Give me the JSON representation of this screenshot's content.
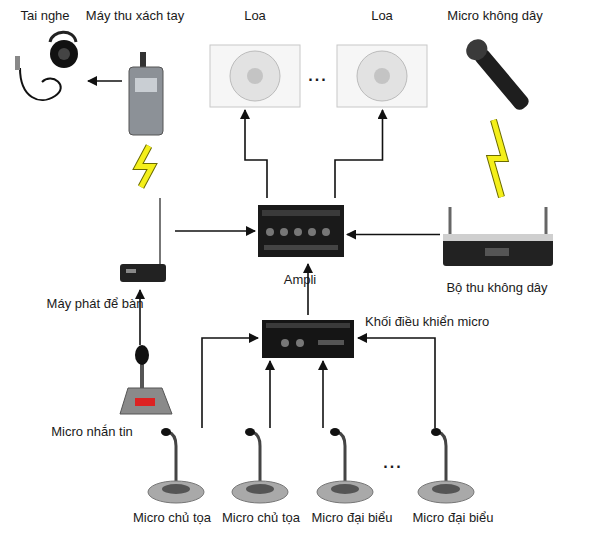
{
  "diagram": {
    "nodes": [
      {
        "text": [
          "Tai nghe"
        ]
      },
      {
        "text": [
          "Máy thu xách tay"
        ]
      },
      {
        "text": [
          "Loa"
        ]
      },
      {
        "text": [
          "Loa"
        ]
      },
      {
        "text": [
          "Micro không dây"
        ]
      },
      {
        "text": [
          "Máy phát để bàn"
        ]
      },
      {
        "text": [
          "Ampli"
        ]
      },
      {
        "text": [
          "Bộ thu không dây"
        ]
      },
      {
        "text": [
          "Khối điều khiển micro"
        ]
      },
      {
        "text": [
          "Micro nhắn tin"
        ]
      },
      {
        "text": [
          "Micro chủ tọa"
        ]
      },
      {
        "text": [
          "Micro chủ tọa"
        ]
      },
      {
        "text": [
          "Micro đại biểu"
        ]
      },
      {
        "text": [
          "Micro đại biểu"
        ]
      }
    ],
    "edges": [
      {
        "from": 1,
        "to": 0,
        "arrow": "to"
      },
      {
        "from": 5,
        "to": 1,
        "arrow": "none"
      },
      {
        "from": 6,
        "to": 2,
        "arrow": "to"
      },
      {
        "from": 6,
        "to": 3,
        "arrow": "to"
      },
      {
        "from": 4,
        "to": 7,
        "arrow": "none"
      },
      {
        "from": 5,
        "to": 6,
        "arrow": "to"
      },
      {
        "from": 7,
        "to": 6,
        "arrow": "to"
      },
      {
        "from": 8,
        "to": 6,
        "arrow": "to"
      },
      {
        "from": 9,
        "to": 5,
        "arrow": "to"
      },
      {
        "from": 10,
        "to": 8,
        "arrow": "to"
      },
      {
        "from": 11,
        "to": 8,
        "arrow": "to"
      },
      {
        "from": 12,
        "to": 8,
        "arrow": "to"
      },
      {
        "from": 13,
        "to": 8,
        "arrow": "to"
      }
    ],
    "labels": [
      "...",
      "..."
    ]
  }
}
